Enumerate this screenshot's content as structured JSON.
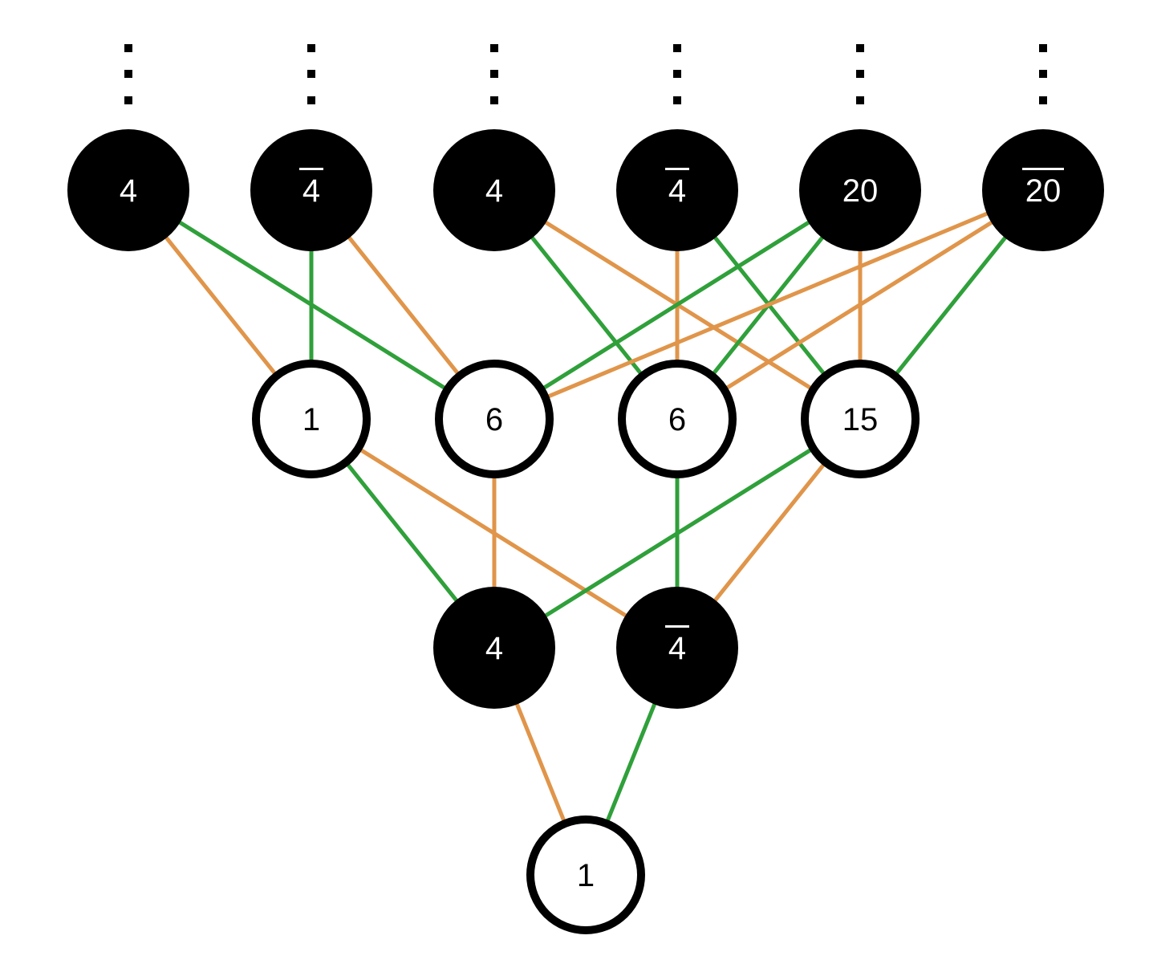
{
  "colors": {
    "edge_green": "#2fa03a",
    "edge_orange": "#e0954a",
    "node_dark_fill": "#000000",
    "node_light_fill": "#ffffff",
    "node_outline": "#000000"
  },
  "nodes": [
    {
      "id": "t1",
      "label": "4",
      "bar": false,
      "style": "dark"
    },
    {
      "id": "t2",
      "label": "4",
      "bar": true,
      "style": "dark"
    },
    {
      "id": "t3",
      "label": "4",
      "bar": false,
      "style": "dark"
    },
    {
      "id": "t4",
      "label": "4",
      "bar": true,
      "style": "dark"
    },
    {
      "id": "t5",
      "label": "20",
      "bar": false,
      "style": "dark"
    },
    {
      "id": "t6",
      "label": "20",
      "bar": true,
      "style": "dark"
    },
    {
      "id": "m1",
      "label": "1",
      "bar": false,
      "style": "light"
    },
    {
      "id": "m2",
      "label": "6",
      "bar": false,
      "style": "light"
    },
    {
      "id": "m3",
      "label": "6",
      "bar": false,
      "style": "light"
    },
    {
      "id": "m4",
      "label": "15",
      "bar": false,
      "style": "light"
    },
    {
      "id": "l1",
      "label": "4",
      "bar": false,
      "style": "dark"
    },
    {
      "id": "l2",
      "label": "4",
      "bar": true,
      "style": "dark"
    },
    {
      "id": "b1",
      "label": "1",
      "bar": false,
      "style": "light"
    }
  ],
  "edges": [
    {
      "from": "t1",
      "to": "m1",
      "color": "orange"
    },
    {
      "from": "t1",
      "to": "m2",
      "color": "green"
    },
    {
      "from": "t2",
      "to": "m1",
      "color": "green"
    },
    {
      "from": "t2",
      "to": "m2",
      "color": "orange"
    },
    {
      "from": "t3",
      "to": "m3",
      "color": "green"
    },
    {
      "from": "t3",
      "to": "m4",
      "color": "orange"
    },
    {
      "from": "t4",
      "to": "m3",
      "color": "orange"
    },
    {
      "from": "t4",
      "to": "m4",
      "color": "green"
    },
    {
      "from": "t5",
      "to": "m2",
      "color": "green"
    },
    {
      "from": "t5",
      "to": "m3",
      "color": "green"
    },
    {
      "from": "t5",
      "to": "m4",
      "color": "orange"
    },
    {
      "from": "t6",
      "to": "m2",
      "color": "orange"
    },
    {
      "from": "t6",
      "to": "m3",
      "color": "orange"
    },
    {
      "from": "t6",
      "to": "m4",
      "color": "green"
    },
    {
      "from": "m1",
      "to": "l1",
      "color": "green"
    },
    {
      "from": "m1",
      "to": "l2",
      "color": "orange"
    },
    {
      "from": "m2",
      "to": "l1",
      "color": "orange"
    },
    {
      "from": "m3",
      "to": "l2",
      "color": "green"
    },
    {
      "from": "m4",
      "to": "l1",
      "color": "green"
    },
    {
      "from": "m4",
      "to": "l2",
      "color": "orange"
    },
    {
      "from": "l1",
      "to": "b1",
      "color": "orange"
    },
    {
      "from": "l2",
      "to": "b1",
      "color": "green"
    }
  ],
  "continuation_marks": [
    "t1",
    "t2",
    "t3",
    "t4",
    "t5",
    "t6"
  ]
}
